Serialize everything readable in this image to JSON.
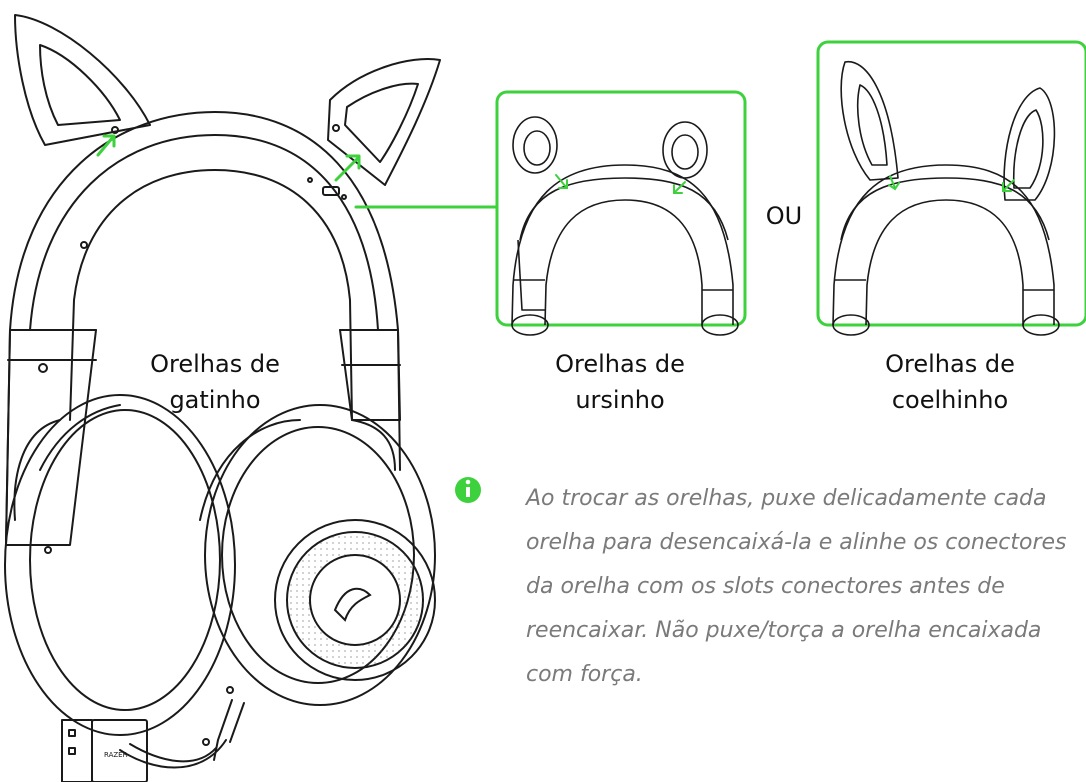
{
  "colors": {
    "accent": "#3ed13e",
    "line": "#1a1a1a",
    "note_text": "#7a7a7a"
  },
  "labels": {
    "kitten_line1": "Orelhas de",
    "kitten_line2": "gatinho",
    "bear_line1": "Orelhas de",
    "bear_line2": "ursinho",
    "bunny_line1": "Orelhas de",
    "bunny_line2": "coelhinho",
    "or": "OU",
    "cable_brand": "RAZER"
  },
  "note": {
    "icon": "info-icon",
    "lines": [
      "Ao trocar as orelhas, puxe delicadamente cada",
      "orelha para desencaixá-la e alinhe os conectores",
      "da orelha com os slots conectores antes de",
      "reencaixar. Não puxe/torça a orelha encaixada",
      "com força."
    ]
  }
}
